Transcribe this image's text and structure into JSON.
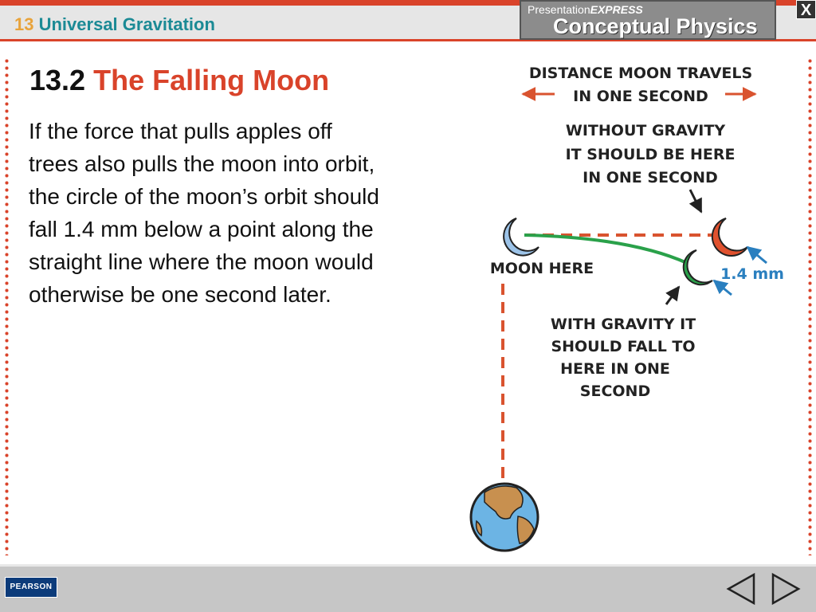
{
  "header": {
    "chapter_number": "13",
    "chapter_title": "Universal Gravitation",
    "logo_small_prefix": "Presentation",
    "logo_small_emph": "EXPRESS",
    "logo_big": "Conceptual Physics",
    "close_label": "X"
  },
  "slide": {
    "section_number": "13.2",
    "title": "The Falling Moon",
    "body": "If the force that pulls apples off trees also pulls the moon into orbit, the circle of the moon’s orbit should fall 1.4 mm below a point along the straight line where the moon would otherwise be one second later."
  },
  "diagram": {
    "top_label": [
      "DISTANCE MOON TRAVELS",
      "IN ONE SECOND"
    ],
    "without_gravity_label": [
      "WITHOUT GRAVITY",
      "IT SHOULD BE HERE",
      "IN ONE SECOND"
    ],
    "moon_here_label": "MOON HERE",
    "fall_distance_label": "1.4 mm",
    "with_gravity_label": [
      "WITH GRAVITY IT",
      "SHOULD FALL TO",
      "HERE IN ONE",
      "SECOND"
    ],
    "colors": {
      "red_line": "#d9532f",
      "green_orbit": "#2aa14a",
      "blue_arrow": "#2a7fbf",
      "moon_blue": "#9cc3e8",
      "moon_red": "#e0512e",
      "moon_green": "#2aa14a",
      "earth_ocean": "#6cb4e4",
      "earth_land": "#c8904f"
    }
  },
  "footer": {
    "publisher": "PEARSON",
    "prev_icon": "left-triangle-icon",
    "next_icon": "right-triangle-icon"
  }
}
